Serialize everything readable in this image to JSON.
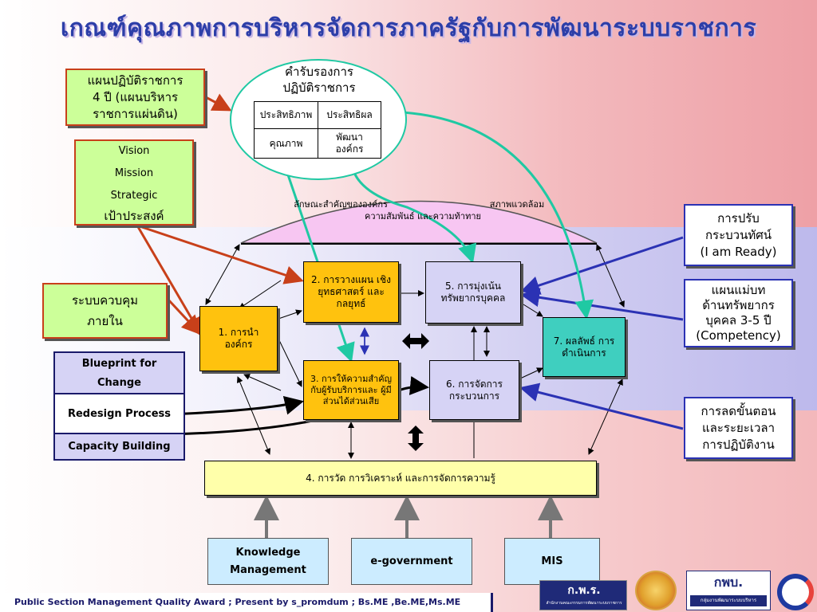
{
  "title": "เกณฑ์คุณภาพการบริหารจัดการภาครัฐกับการพัฒนาระบบราชการ",
  "plan_box": {
    "line1": "แผนปฏิบัติราชการ",
    "line2": "4 ปี (แผนบริหาร",
    "line3": "ราชการแผ่นดิน)"
  },
  "vision_box": {
    "line1": "Vision",
    "line2": "Mission",
    "line3": "Strategic",
    "line4": "เป้าประสงค์"
  },
  "internal_control_box": {
    "line1": "ระบบควบคุม",
    "line2": "ภายใน"
  },
  "blueprint_box": {
    "label": "Blueprint for Change"
  },
  "redesign_box": {
    "label": "Redesign Process"
  },
  "capacity_box": {
    "label": "Capacity Building"
  },
  "commitment": {
    "line1": "คำรับรองการ",
    "line2": "ปฏิบัติราชการ",
    "cells": [
      "ประสิทธิภาพ",
      "ประสิทธิผล",
      "คุณภาพ",
      "พัฒนา องค์กร"
    ]
  },
  "arc": {
    "label_left": "ลักษณะสำคัญขององค์กร",
    "label_right": "สภาพแวดล้อม",
    "label_bottom": "ความสัมพันธ์ และความท้าทาย"
  },
  "c1": {
    "label": "1. การนำ องค์กร"
  },
  "c2": {
    "label": "2. การวางแผน เชิงยุทธศาสตร์ และกลยุทธ์"
  },
  "c3": {
    "label": "3. การให้ความสำคัญ กับผู้รับบริการและ ผู้มีส่วนได้ส่วนเสีย"
  },
  "c4": {
    "label": "4. การวัด การวิเคราะห์ และการจัดการความรู้"
  },
  "c5": {
    "label": "5. การมุ่งเน้น ทรัพยากรบุคคล"
  },
  "c6": {
    "label": "6. การจัดการ กระบวนการ"
  },
  "c7": {
    "label": "7. ผลลัพธ์ การดำเนินการ"
  },
  "right1": {
    "line1": "การปรับ",
    "line2": "กระบวนทัศน์",
    "line3": "(I am Ready)"
  },
  "right2": {
    "line1": "แผนแม่บท",
    "line2": "ด้านทรัพยากร",
    "line3": "บุคคล 3-5 ปี",
    "line4": "(Competency)"
  },
  "right3": {
    "line1": "การลดขั้นตอน",
    "line2": "และระยะเวลา",
    "line3": "การปฏิบัติงาน"
  },
  "km_box": {
    "line1": "Knowledge",
    "line2": "Management"
  },
  "egov_box": {
    "label": "e-government"
  },
  "mis_box": {
    "label": "MIS"
  },
  "footer": {
    "text": "Public Section Management Quality Award  ; Present by s_promdum ; Bs.ME ,Be.ME,Ms.ME"
  },
  "logos": {
    "ocsc": "ก.พ.ร.",
    "ocsc_sub": "สำนักงานคณะกรรมการพัฒนาระบบราชการ",
    "opdc": "กพบ.",
    "opdc_sub": "กลุ่มงานพัฒนาระบบบริหาร"
  },
  "colors": {
    "title": "#2c3ea8",
    "yellow_box": "#ffc20e",
    "lavender_box": "#d6d3f5",
    "teal_box": "#3fcfbf",
    "green_box": "#ccff99",
    "light_yellow": "#ffffaa",
    "light_blue": "#ccecff",
    "arrow_red": "#c8401a",
    "arrow_blue": "#2b32b4",
    "arrow_green": "#1fc9a3",
    "arc_fill": "#f7c6f2"
  }
}
